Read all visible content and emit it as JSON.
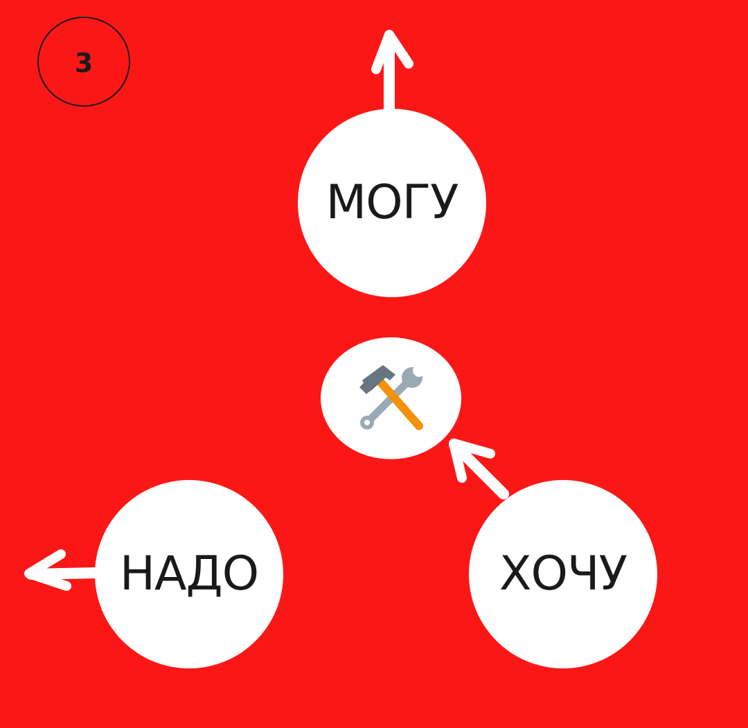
{
  "page": {
    "number": "3"
  },
  "colors": {
    "background": "#fc1717",
    "node_fill": "#ffffff",
    "text": "#1a1a1a",
    "arrow": "#ffffff",
    "badge_border": "#1a1a1a",
    "hammer_head": "#66757f",
    "hammer_handle": "#f4900c",
    "wrench": "#99aab5"
  },
  "nodes": {
    "mogu": "МОГУ",
    "nado": "НАДО",
    "khochu": "ХОЧУ"
  },
  "center_icon": "hammer-and-wrench-icon"
}
